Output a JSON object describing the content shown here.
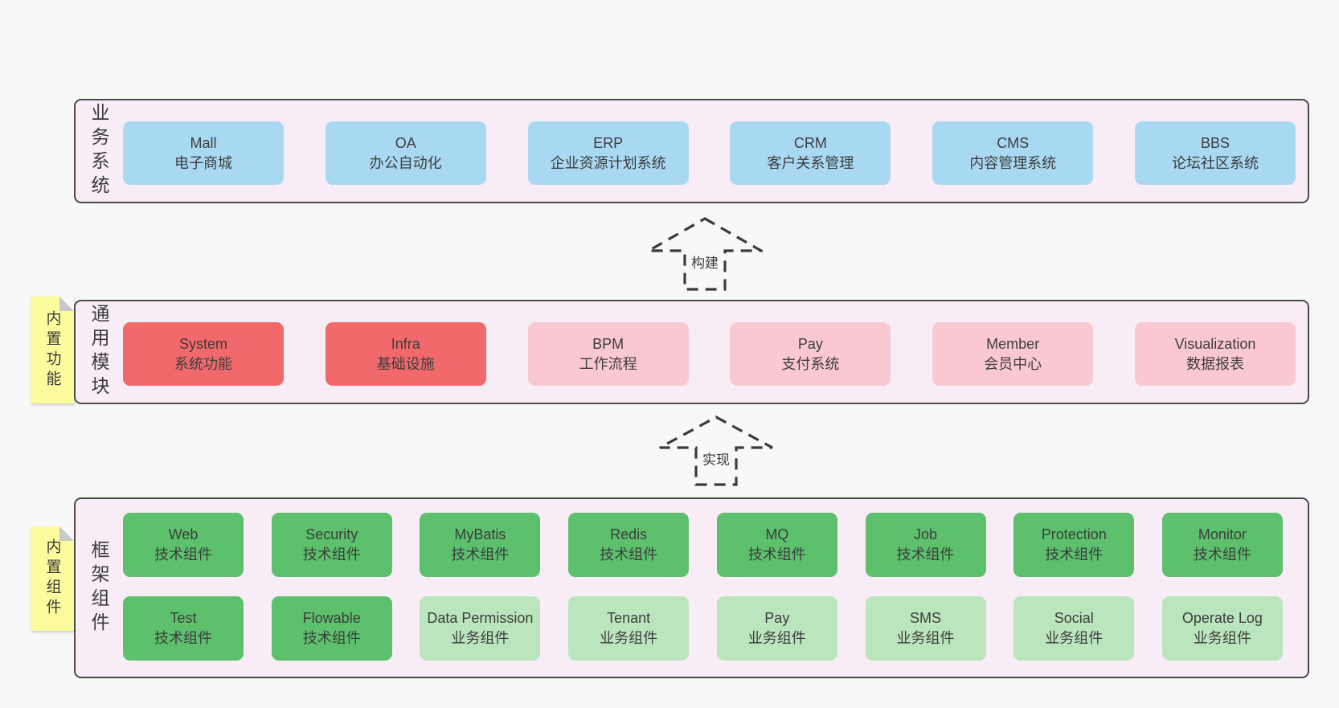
{
  "diagram": {
    "arrows": {
      "build": "构建",
      "implement": "实现"
    },
    "business": {
      "side_label": "业务系统",
      "boxes": [
        {
          "title": "Mall",
          "subtitle": "电子商城"
        },
        {
          "title": "OA",
          "subtitle": "办公自动化"
        },
        {
          "title": "ERP",
          "subtitle": "企业资源计划系统"
        },
        {
          "title": "CRM",
          "subtitle": "客户关系管理"
        },
        {
          "title": "CMS",
          "subtitle": "内容管理系统"
        },
        {
          "title": "BBS",
          "subtitle": "论坛社区系统"
        }
      ]
    },
    "modules": {
      "sticky_label": "内置功能",
      "side_label": "通用模块",
      "boxes": [
        {
          "title": "System",
          "subtitle": "系统功能",
          "variant": "red"
        },
        {
          "title": "Infra",
          "subtitle": "基础设施",
          "variant": "red"
        },
        {
          "title": "BPM",
          "subtitle": "工作流程",
          "variant": "pink"
        },
        {
          "title": "Pay",
          "subtitle": "支付系统",
          "variant": "pink"
        },
        {
          "title": "Member",
          "subtitle": "会员中心",
          "variant": "pink"
        },
        {
          "title": "Visualization",
          "subtitle": "数据报表",
          "variant": "pink"
        }
      ]
    },
    "components": {
      "sticky_label": "内置组件",
      "side_label": "框架组件",
      "row1": [
        {
          "title": "Web",
          "subtitle": "技术组件",
          "variant": "green"
        },
        {
          "title": "Security",
          "subtitle": "技术组件",
          "variant": "green"
        },
        {
          "title": "MyBatis",
          "subtitle": "技术组件",
          "variant": "green"
        },
        {
          "title": "Redis",
          "subtitle": "技术组件",
          "variant": "green"
        },
        {
          "title": "MQ",
          "subtitle": "技术组件",
          "variant": "green"
        },
        {
          "title": "Job",
          "subtitle": "技术组件",
          "variant": "green"
        },
        {
          "title": "Protection",
          "subtitle": "技术组件",
          "variant": "green"
        },
        {
          "title": "Monitor",
          "subtitle": "技术组件",
          "variant": "green"
        }
      ],
      "row2": [
        {
          "title": "Test",
          "subtitle": "技术组件",
          "variant": "green"
        },
        {
          "title": "Flowable",
          "subtitle": "技术组件",
          "variant": "green"
        },
        {
          "title": "Data Permission",
          "subtitle": "业务组件",
          "variant": "lightgreen"
        },
        {
          "title": "Tenant",
          "subtitle": "业务组件",
          "variant": "lightgreen"
        },
        {
          "title": "Pay",
          "subtitle": "业务组件",
          "variant": "lightgreen"
        },
        {
          "title": "SMS",
          "subtitle": "业务组件",
          "variant": "lightgreen"
        },
        {
          "title": "Social",
          "subtitle": "业务组件",
          "variant": "lightgreen"
        },
        {
          "title": "Operate Log",
          "subtitle": "业务组件",
          "variant": "lightgreen"
        }
      ]
    },
    "colors": {
      "panel_bg": "#f8edf6",
      "panel_border": "#4a4a4a",
      "blue": "#a9d9f2",
      "red": "#f1696b",
      "pink": "#fac8d1",
      "green": "#5cc06d",
      "light_green": "#bae5bd",
      "sticky_yellow": "#fcfc9e",
      "page_bg": "#f8f8f8",
      "text": "#3d3d3d"
    }
  }
}
